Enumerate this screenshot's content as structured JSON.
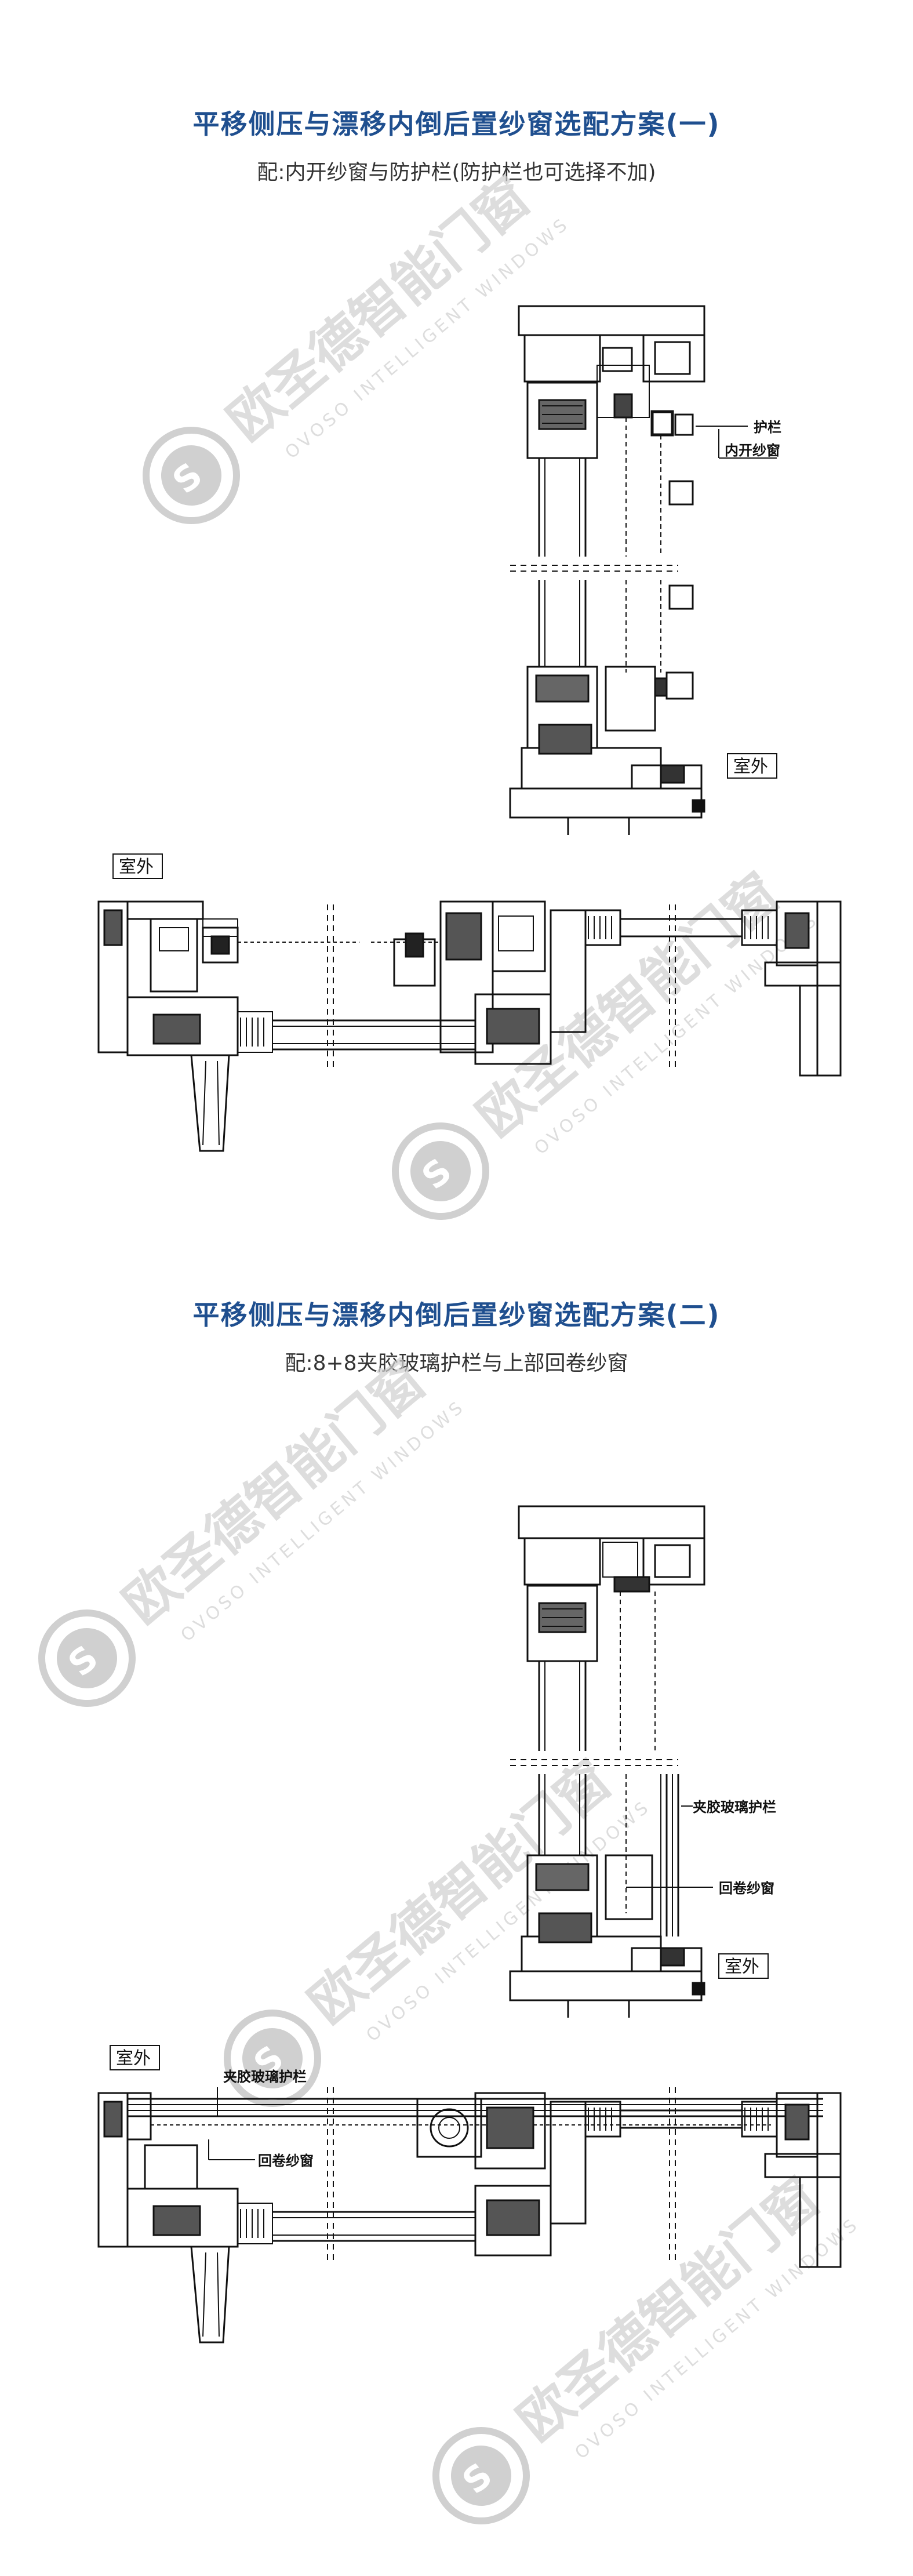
{
  "brand": {
    "watermark_cn": "欧圣德智能门窗",
    "watermark_en": "OVOSO INTELLIGENT WINDOWS",
    "logo_letter": "S"
  },
  "colors": {
    "title": "#1f4f8f",
    "line": "#111111",
    "watermark": "#d0d0d0"
  },
  "section1": {
    "title": "平移侧压与漂移内倒后置纱窗选配方案(一)",
    "subtitle": "配:内开纱窗与防护栏(防护栏也可选择不加)",
    "labels": {
      "guardrail": "护栏",
      "inward_screen": "内开纱窗",
      "outdoor_vertical": "室外",
      "outdoor_horizontal": "室外"
    }
  },
  "section2": {
    "title": "平移侧压与漂移内倒后置纱窗选配方案(二)",
    "subtitle": "配:8+8夹胶玻璃护栏与上部回卷纱窗",
    "labels": {
      "laminated_guard_v": "夹胶玻璃护栏",
      "roller_screen_v": "回卷纱窗",
      "outdoor_vertical": "室外",
      "outdoor_horizontal": "室外",
      "laminated_guard_h": "夹胶玻璃护栏",
      "roller_screen_h": "回卷纱窗"
    }
  }
}
